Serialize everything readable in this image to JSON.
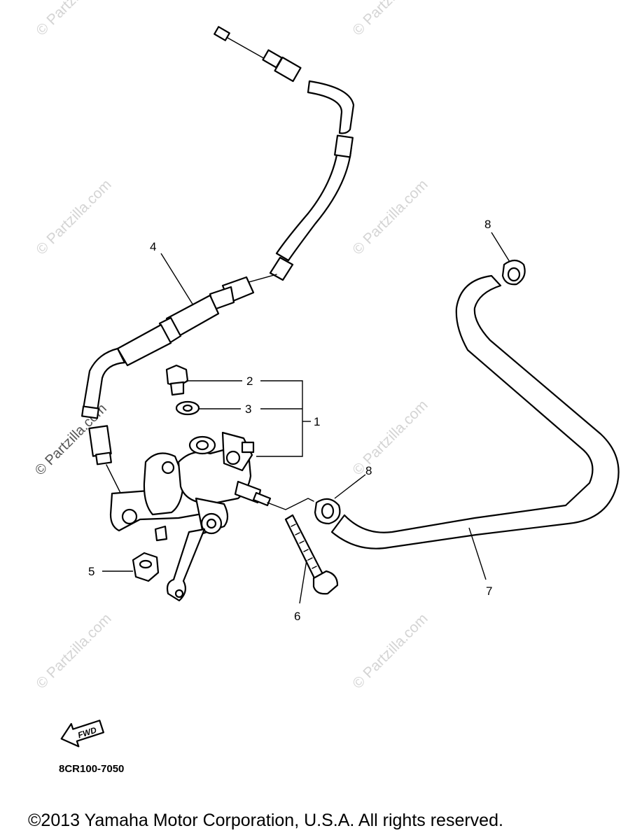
{
  "watermark": "© Partzilla.com",
  "callouts": [
    "1",
    "2",
    "3",
    "4",
    "5",
    "6",
    "7",
    "8",
    "8"
  ],
  "fwd_label": "FWD",
  "diagram_code": "8CR100-7050",
  "copyright": "©2013  Yamaha Motor Corporation, U.S.A. All rights reserved."
}
